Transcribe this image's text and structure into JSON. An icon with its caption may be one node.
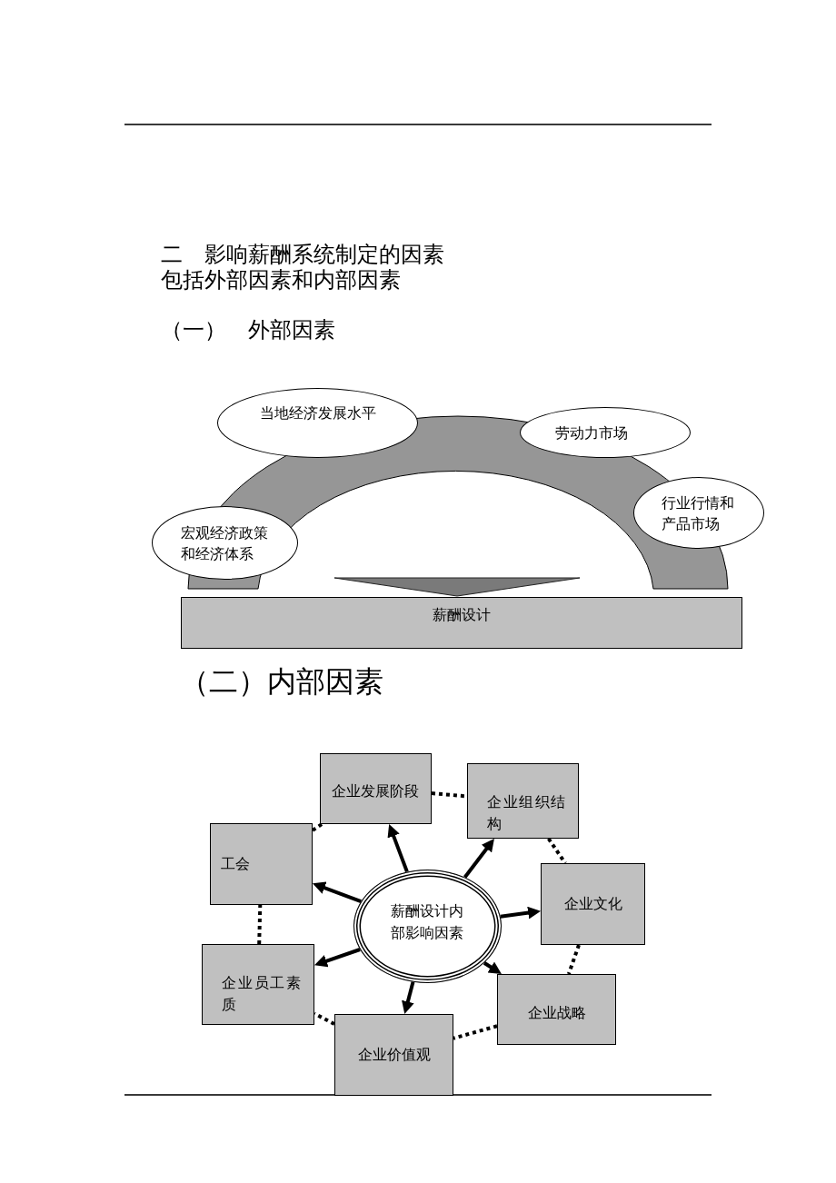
{
  "diagram": {
    "title": "二　影响薪酬系统制定的因素",
    "nodes": [
      {
        "text": [
          "当地经济发展水平"
        ]
      },
      {
        "text": [
          "劳动力市场"
        ]
      },
      {
        "text": [
          "行业行情和产品市场"
        ]
      },
      {
        "text": [
          "宏观经济政策和经济体系"
        ]
      },
      {
        "text": [],
        "shape": "arch"
      },
      {
        "text": [
          "薪酬设计"
        ]
      },
      {
        "text": [
          "企业发展阶段"
        ]
      },
      {
        "text": [
          "企业组织结构"
        ]
      },
      {
        "text": [
          "工会"
        ]
      },
      {
        "text": [
          "企业文化"
        ]
      },
      {
        "text": [
          "薪酬设计内部影响因素"
        ]
      },
      {
        "text": [
          "企业员工素质"
        ]
      },
      {
        "text": [
          "企业战略"
        ]
      },
      {
        "text": [
          "企业价值观"
        ]
      }
    ],
    "edges": [
      {
        "from": 4,
        "to": 5,
        "arrow": "to"
      },
      {
        "from": 10,
        "to": 6,
        "arrow": "to"
      },
      {
        "from": 10,
        "to": 7,
        "arrow": "to"
      },
      {
        "from": 10,
        "to": 9,
        "arrow": "to"
      },
      {
        "from": 10,
        "to": 12,
        "arrow": "to"
      },
      {
        "from": 10,
        "to": 13,
        "arrow": "to"
      },
      {
        "from": 10,
        "to": 11,
        "arrow": "to"
      },
      {
        "from": 10,
        "to": 8,
        "arrow": "to"
      },
      {
        "from": 6,
        "to": 7,
        "arrow": "none",
        "style": "dashed"
      },
      {
        "from": 7,
        "to": 9,
        "arrow": "none",
        "style": "dashed"
      },
      {
        "from": 9,
        "to": 12,
        "arrow": "none",
        "style": "dashed"
      },
      {
        "from": 12,
        "to": 13,
        "arrow": "none",
        "style": "dashed"
      },
      {
        "from": 13,
        "to": 11,
        "arrow": "none",
        "style": "dashed"
      },
      {
        "from": 11,
        "to": 8,
        "arrow": "none",
        "style": "dashed"
      },
      {
        "from": 8,
        "to": 6,
        "arrow": "none",
        "style": "dashed"
      }
    ],
    "labels": [
      "包括外部因素和内部因素",
      "（一）　外部因素",
      "（二）内部因素"
    ]
  }
}
